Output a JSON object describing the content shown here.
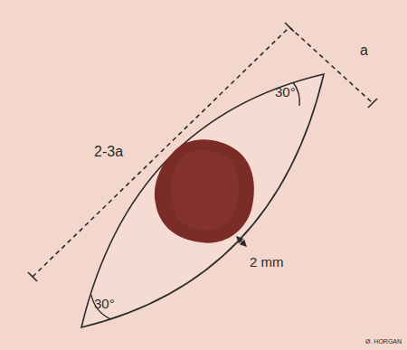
{
  "diagram": {
    "labels": [
      "a",
      "2-3a",
      "30°",
      "30°",
      "2 mm",
      "Ø. HORGAN"
    ]
  }
}
